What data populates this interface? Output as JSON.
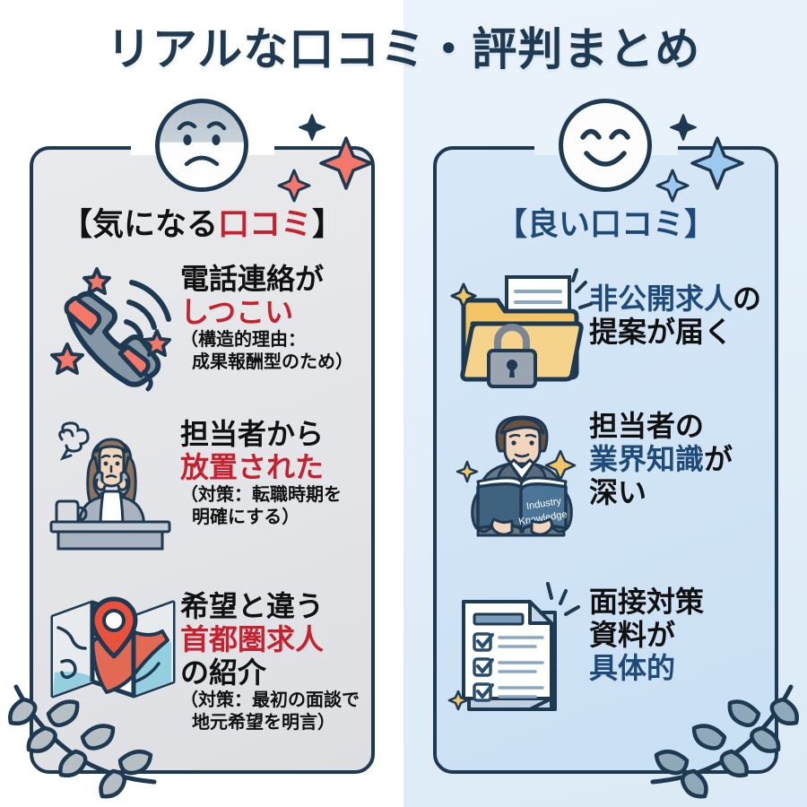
{
  "title": "リアルな口コミ・評判まとめ",
  "colors": {
    "navy": "#1e3a52",
    "red": "#c7202e",
    "blue": "#1e4a7a",
    "coral": "#ee6e5e",
    "panel_left_bg": "#e4e6e9",
    "panel_right_bg": "#d3e5f6",
    "bg_left": "#ffffff",
    "bg_right": "#e8f2fb"
  },
  "left_panel": {
    "face_icon": "sad-face-icon",
    "heading": {
      "bracket_open": "【",
      "black_part": "気になる",
      "accent_part": "口コミ",
      "bracket_close": "】"
    },
    "items": [
      {
        "icon": "ringing-phone-icon",
        "line1": "電話連絡が",
        "line2": "しつこい",
        "note1": "（構造的理由：",
        "note2": "成果報酬型のため）"
      },
      {
        "icon": "worried-woman-at-desk-icon",
        "line1": "担当者から",
        "line2": "放置された",
        "note1": "（対策：転職時期を",
        "note2": "明確にする）"
      },
      {
        "icon": "folded-map-pin-icon",
        "line1": "希望と違う",
        "line2": "首都圏求人",
        "line3": "の紹介",
        "note1": "（対策：最初の面談で",
        "note2": "地元希望を明言）"
      }
    ]
  },
  "right_panel": {
    "face_icon": "happy-face-icon",
    "heading": {
      "bracket_open": "【",
      "black_part": "良い口コミ",
      "bracket_close": "】"
    },
    "items": [
      {
        "icon": "locked-folder-icon",
        "line1_accent": "非公開求人",
        "line1_rest": "の",
        "line2": "提案が届く"
      },
      {
        "icon": "businessman-with-book-icon",
        "book_label_1": "Industry",
        "book_label_2": "Knowledge",
        "line1": "担当者の",
        "line2_accent": "業界知識",
        "line2_rest": "が",
        "line3": "深い"
      },
      {
        "icon": "checklist-document-icon",
        "line1": "面接対策",
        "line2": "資料が",
        "line3_accent": "具体的"
      }
    ]
  },
  "decorations": {
    "laurel_left": "laurel-branch-icon",
    "laurel_right": "laurel-branch-icon",
    "sparkles_left": "sparkle-icon",
    "sparkles_right": "sparkle-icon"
  }
}
